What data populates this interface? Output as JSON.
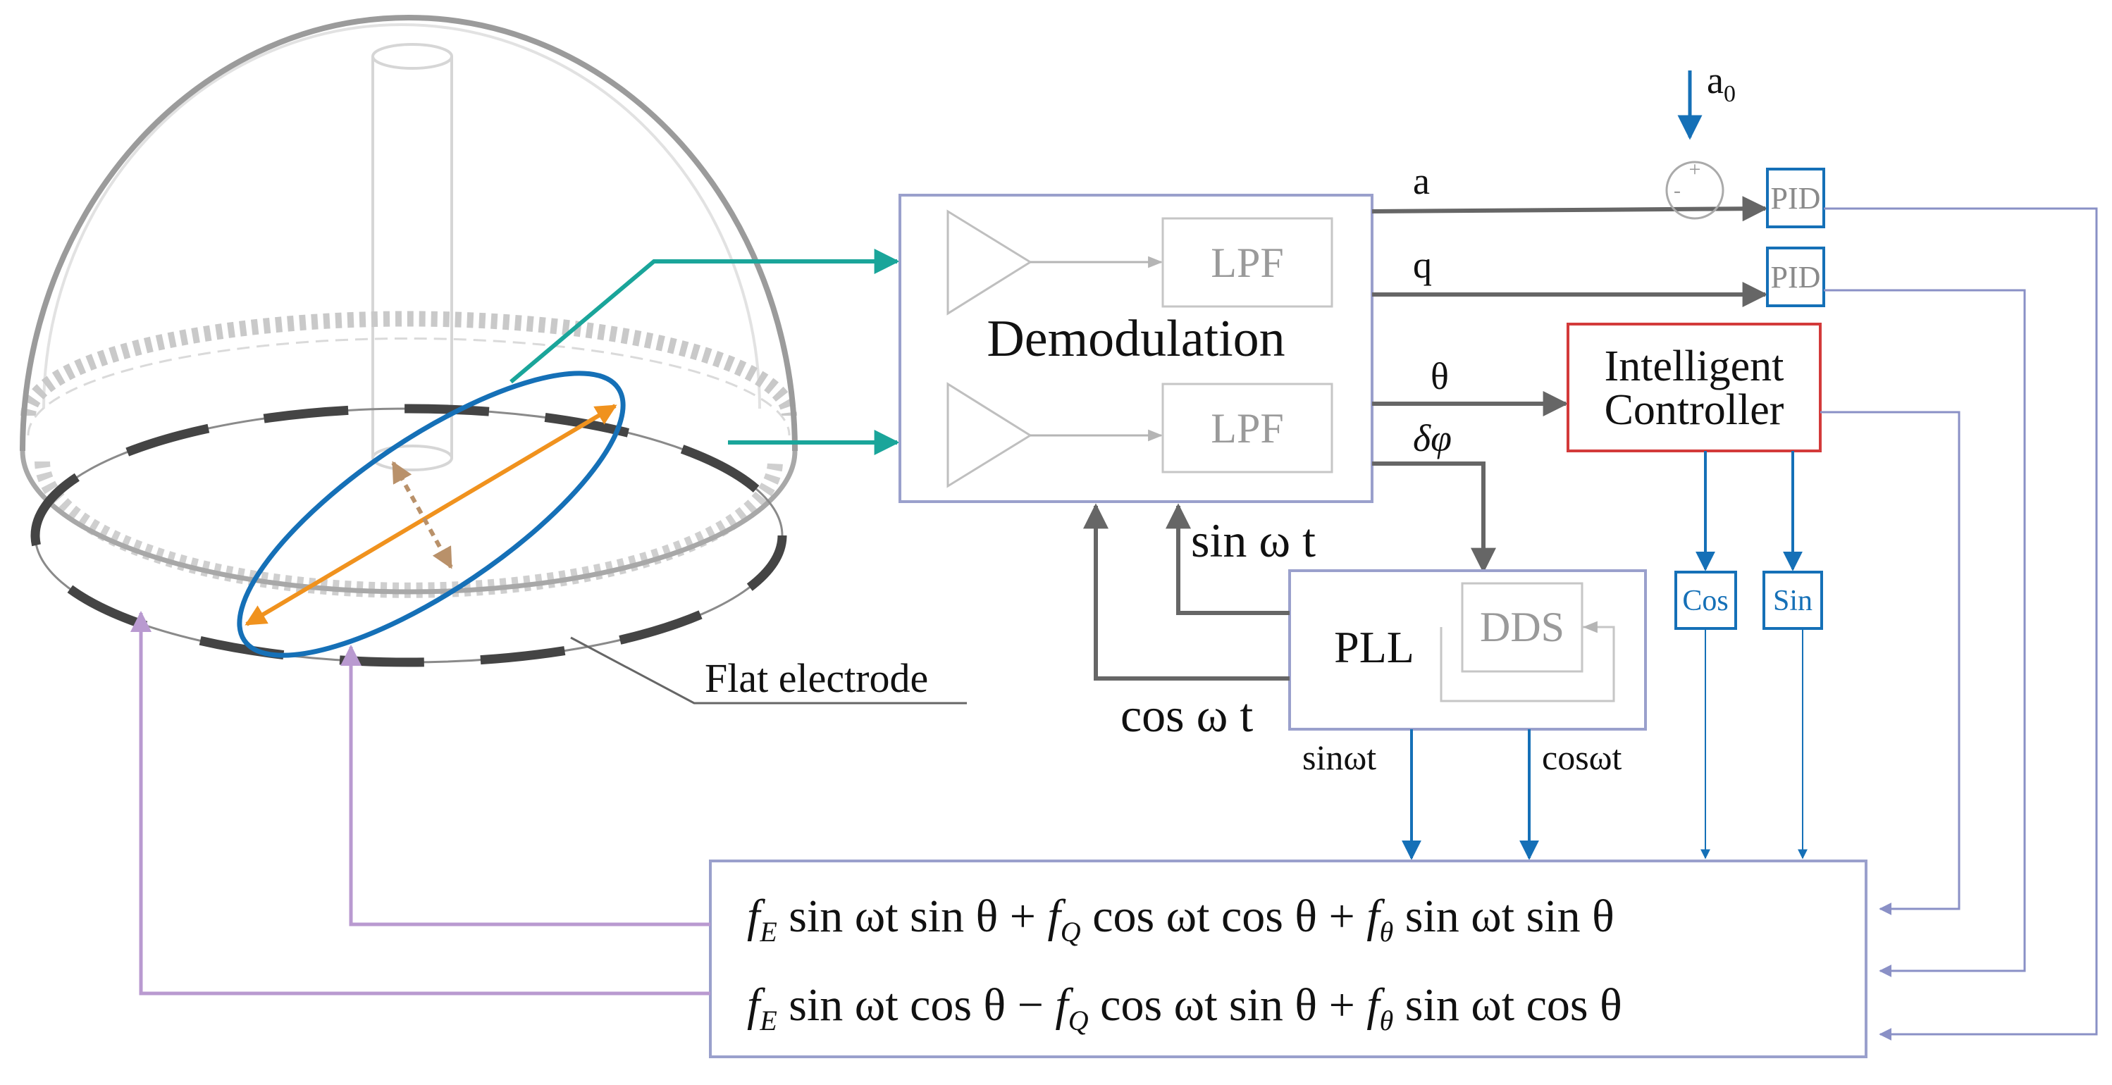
{
  "labels": {
    "demodulation": "Demodulation",
    "lpf_top": "LPF",
    "lpf_bottom": "LPF",
    "pll": "PLL",
    "dds": "DDS",
    "controller_line1": "Intelligent",
    "controller_line2": "Controller",
    "pid_top": "PID",
    "pid_second": "PID",
    "cos_box": "Cos",
    "sin_box": "Sin",
    "signal_a0_base": "a",
    "signal_a0_sub": "0",
    "signal_a": "a",
    "signal_q": "q",
    "signal_theta": "θ",
    "signal_dphi": "δφ",
    "sin_feedback": "sin ω t",
    "cos_feedback": "cos ω t",
    "pll_out_sin": "sinωt",
    "pll_out_cos": "cosωt",
    "flat_electrode": "Flat electrode",
    "sum_plus": "+",
    "sum_minus": "-"
  },
  "equations": {
    "line1": {
      "t1_coef": "f",
      "t1_sub": "E",
      "t1_text": " sin ωt sin θ",
      "op1": " + ",
      "t2_coef": "f",
      "t2_sub": "Q",
      "t2_text": " cos ωt cos θ",
      "op2": " + ",
      "t3_coef": "f",
      "t3_sub": "θ",
      "t3_text": " sin ωt sin θ"
    },
    "line2": {
      "t1_coef": "f",
      "t1_sub": "E",
      "t1_text": " sin ωt cos θ",
      "op1": " − ",
      "t2_coef": "f",
      "t2_sub": "Q",
      "t2_text": " cos ωt sin θ",
      "op2": " + ",
      "t3_coef": "f",
      "t3_sub": "θ",
      "t3_text": " sin ωt cos θ"
    }
  },
  "colors": {
    "grey_signal": "#666666",
    "teal_pickoff": "#1aa59a",
    "blue_control": "#1570b7",
    "lavender_box": "#9aa0cc",
    "lavender_feedback": "#8a90c6",
    "purple_drive": "#b99ad0",
    "controller_border": "#d33a3a",
    "orange_axis": "#f0921e",
    "brown_dotted": "#b9916a",
    "ellipse_blue": "#1570b7"
  }
}
